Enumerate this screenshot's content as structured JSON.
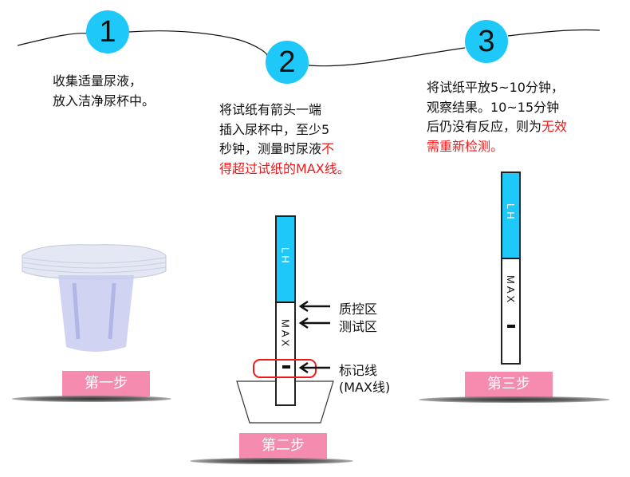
{
  "steps": [
    {
      "number": "1",
      "lines": [
        "收集适量尿液，",
        "放入洁净尿杯中。"
      ],
      "label": "第一步"
    },
    {
      "number": "2",
      "lines": [
        "将试纸有箭头一端",
        "插入尿杯中，至少5",
        "秒钟，测量时尿液"
      ],
      "line3_red": "不",
      "line4_red": "得超过试纸的MAX线。",
      "label": "第二步"
    },
    {
      "number": "3",
      "lines": [
        "将试纸平放5~10分钟，",
        "观察结果。10~15分钟",
        "后仍没有反应，则为"
      ],
      "line3_red": "无效",
      "line4_red": "需重新检测。",
      "label": "第三步"
    }
  ],
  "strip": {
    "brand": "LH",
    "max": "MAX"
  },
  "annotations": {
    "control_zone": "质控区",
    "test_zone": "测试区",
    "mark_line": "标记线",
    "max_line": "(MAX线)"
  },
  "colors": {
    "accent": "#1ec8f8",
    "warning": "#f01818",
    "step_label_bg": "#f58cb0"
  }
}
